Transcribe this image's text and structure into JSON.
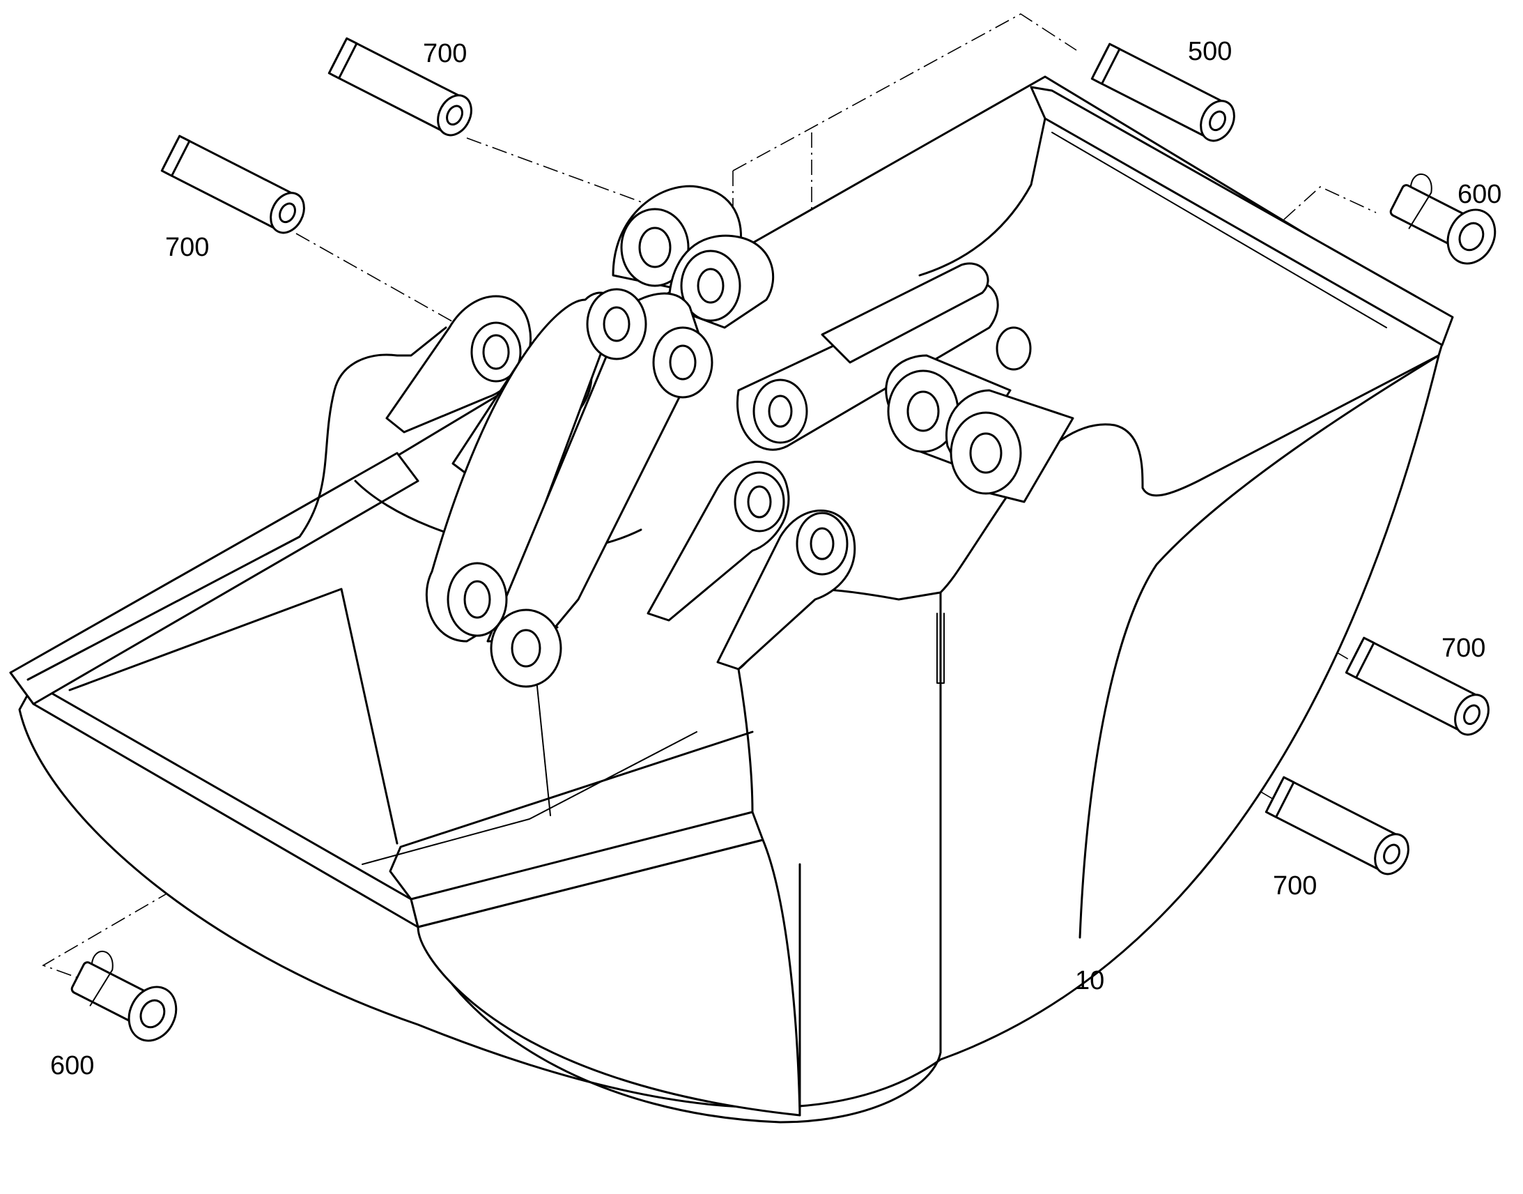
{
  "colors": {
    "ink": "#000000",
    "paper": "#ffffff"
  },
  "icons": {
    "pin": "cylinder-pin-icon",
    "lock_pin": "lock-pin-icon",
    "bucket": "excavator-bucket-icon"
  },
  "callouts": {
    "pin_top_left": "700",
    "pin_upper_left": "700",
    "pin_top_right": "500",
    "lock_pin_right": "600",
    "pin_right_upper": "700",
    "pin_right_lower": "700",
    "lock_pin_left": "600",
    "bucket": "10"
  }
}
